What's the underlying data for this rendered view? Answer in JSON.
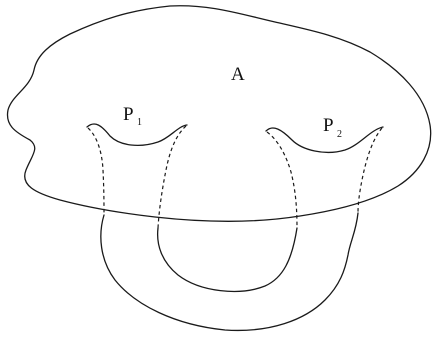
{
  "labels": {
    "region": "A",
    "hole_one": {
      "letter": "P",
      "index": "1"
    },
    "hole_two": {
      "letter": "P",
      "index": "2"
    }
  },
  "colors": {
    "ink": "#1a1a1a",
    "background": "#ffffff"
  }
}
